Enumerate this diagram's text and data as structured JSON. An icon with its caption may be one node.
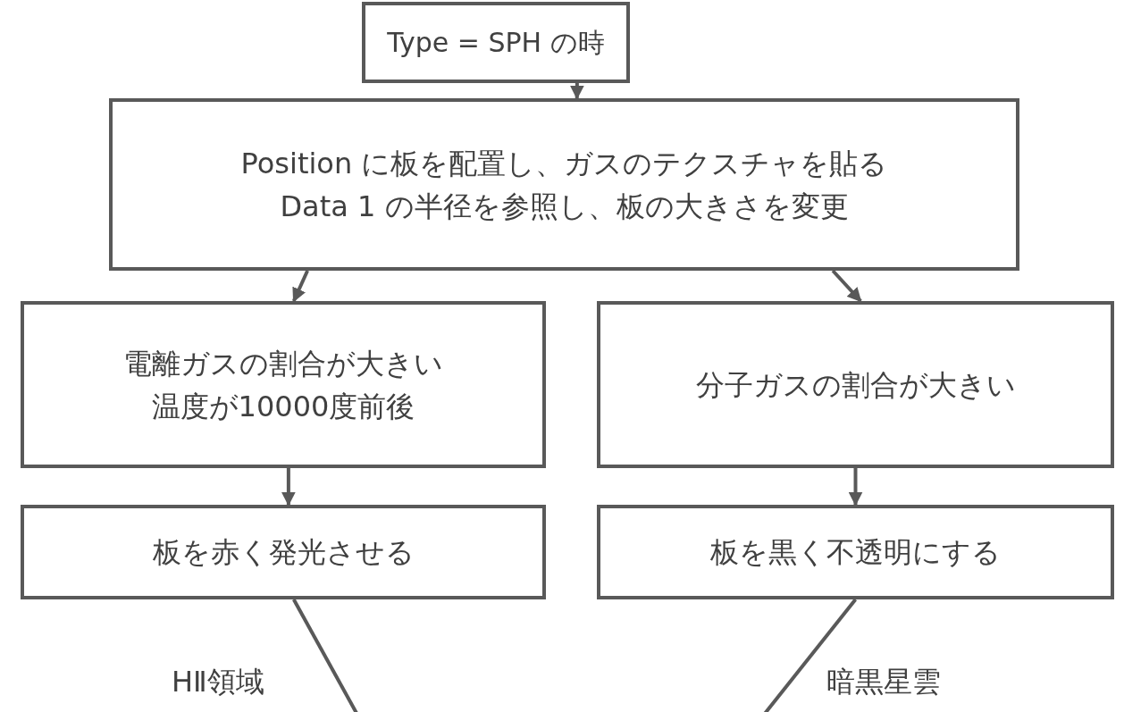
{
  "diagram": {
    "nodes": [
      {
        "text": [
          "Type = SPH の時"
        ]
      },
      {
        "text": [
          "Position に板を配置し、ガスのテクスチャを貼る",
          "Data 1 の半径を参照し、板の大きさを変更"
        ]
      },
      {
        "text": [
          "電離ガスの割合が大きい",
          "温度が10000度前後"
        ]
      },
      {
        "text": [
          "分子ガスの割合が大きい"
        ]
      },
      {
        "text": [
          "板を赤く発光させる"
        ]
      },
      {
        "text": [
          "板を黒く不透明にする"
        ]
      }
    ],
    "edges": [
      {
        "from": 0,
        "to": 1,
        "arrow": "to"
      },
      {
        "from": 1,
        "to": 2,
        "arrow": "to"
      },
      {
        "from": 1,
        "to": 3,
        "arrow": "to"
      },
      {
        "from": 2,
        "to": 4,
        "arrow": "to"
      },
      {
        "from": 3,
        "to": 5,
        "arrow": "to"
      },
      {
        "from": 4,
        "to": null,
        "arrow": "none"
      },
      {
        "from": 5,
        "to": null,
        "arrow": "none"
      }
    ],
    "labels": [
      "HⅡ領域",
      "暗黒星雲"
    ]
  }
}
